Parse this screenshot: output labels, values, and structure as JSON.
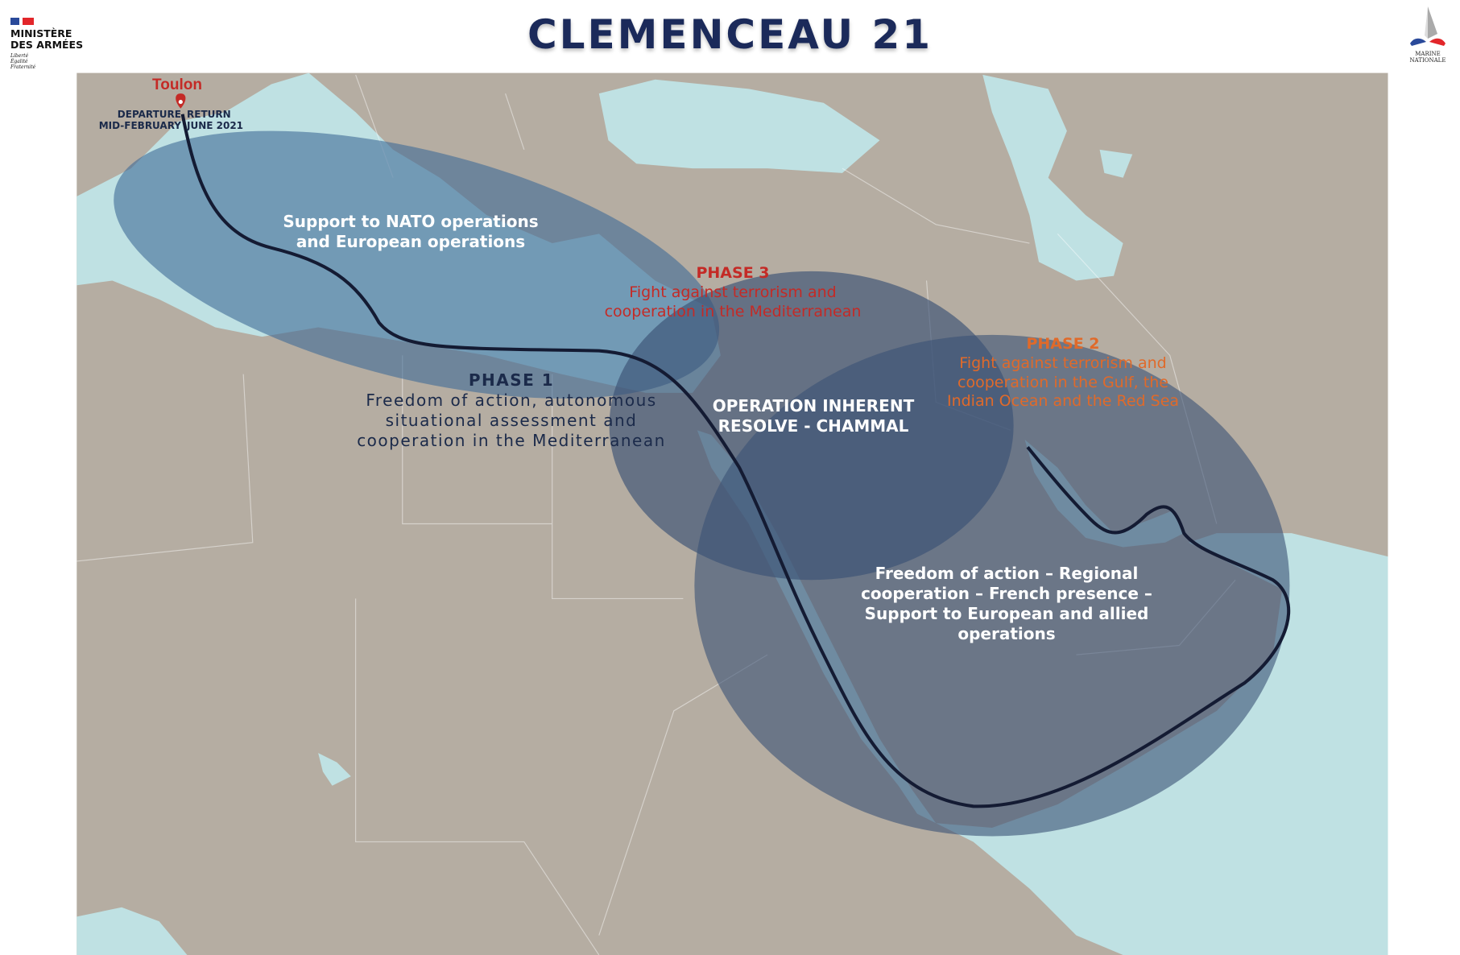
{
  "header": {
    "title": "CLEMENCEAU 21",
    "ministry_logo": {
      "line1": "MINISTÈRE",
      "line2": "DES ARMÉES",
      "motto": [
        "Liberté",
        "Égalité",
        "Fraternité"
      ]
    },
    "navy_logo": {
      "text": "MARINE NATIONALE"
    }
  },
  "map": {
    "port": "Toulon",
    "departure": {
      "label": "DEPARTURE",
      "when": "MID-FEBRUARY"
    },
    "return": {
      "label": "RETURN",
      "when": "JUNE 2021"
    },
    "zones": {
      "nato": "Support to NATO operations and European operations",
      "phase1": {
        "title": "PHASE 1",
        "text": [
          "Freedom of action, autonomous",
          "situational assessment and",
          "cooperation in the Mediterranean"
        ]
      },
      "phase3": {
        "title": "PHASE 3",
        "text": [
          "Fight against terrorism and",
          "cooperation in the Mediterranean"
        ]
      },
      "chammal": [
        "OPERATION INHERENT",
        "RESOLVE - CHAMMAL"
      ],
      "phase2": {
        "title": "PHASE 2",
        "text": [
          "Fight against terrorism and",
          "cooperation in the Gulf, the",
          "Indian Ocean and the Red Sea"
        ]
      },
      "regional": [
        "Freedom of action – Regional",
        "cooperation – French presence –",
        "Support to European and allied",
        "operations"
      ]
    },
    "colors": {
      "land": "#b5ada2",
      "sea": "#bfe1e3",
      "zone": "#3f6a96",
      "route": "#141b33",
      "title": "#1b2a5a",
      "phase3": "#c42a26",
      "phase2": "#e06a2a"
    }
  }
}
